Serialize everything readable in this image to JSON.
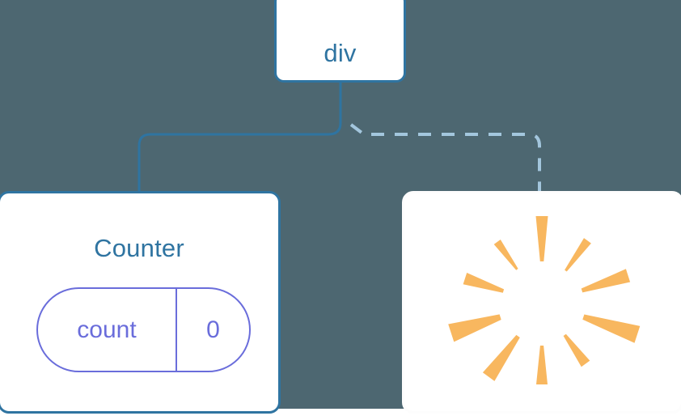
{
  "diagram": {
    "title": "component-tree",
    "background_color": "#4d6771"
  },
  "nodes": {
    "root": {
      "label": "div",
      "kind": "dom-element",
      "border_color": "#2f74a1",
      "text_color": "#2f74a1",
      "fill_color": "#ffffff"
    },
    "counter": {
      "label": "Counter",
      "kind": "component",
      "border_color": "#2f74a1",
      "text_color": "#2f74a1",
      "fill_color": "#ffffff",
      "state": {
        "key": "count",
        "value": "0",
        "accent_color": "#6a6ddb"
      }
    },
    "burst": {
      "label": "",
      "kind": "re-render-burst",
      "border_color": "#fdfdfd",
      "fill_color": "#ffffff",
      "ray_color": "#f8b75f",
      "ray_count": 10
    }
  },
  "edges": [
    {
      "name": "root-to-counter",
      "style": "solid",
      "color": "#2f74a1",
      "width": 3,
      "from": "root",
      "to": "counter"
    },
    {
      "name": "root-to-burst",
      "style": "dashed",
      "color": "#a3c6dd",
      "width": 4,
      "dash": "16 13",
      "from": "root",
      "to": "burst"
    }
  ],
  "burst_rays": [
    {
      "angle": -90,
      "inner": 52,
      "outer": 108,
      "half_width": 7.5
    },
    {
      "angle": -54,
      "inner": 50,
      "outer": 96,
      "half_width": 5.5
    },
    {
      "angle": -18,
      "inner": 52,
      "outer": 112,
      "half_width": 8.5
    },
    {
      "angle": 18,
      "inner": 54,
      "outer": 124,
      "half_width": 11.0
    },
    {
      "angle": 54,
      "inner": 48,
      "outer": 92,
      "half_width": 6.5
    },
    {
      "angle": 90,
      "inner": 52,
      "outer": 100,
      "half_width": 7.0
    },
    {
      "angle": 126,
      "inner": 50,
      "outer": 112,
      "half_width": 9.0
    },
    {
      "angle": 162,
      "inner": 54,
      "outer": 118,
      "half_width": 11.5
    },
    {
      "angle": 198,
      "inner": 50,
      "outer": 100,
      "half_width": 7.5
    },
    {
      "angle": 234,
      "inner": 52,
      "outer": 94,
      "half_width": 5.0
    }
  ]
}
